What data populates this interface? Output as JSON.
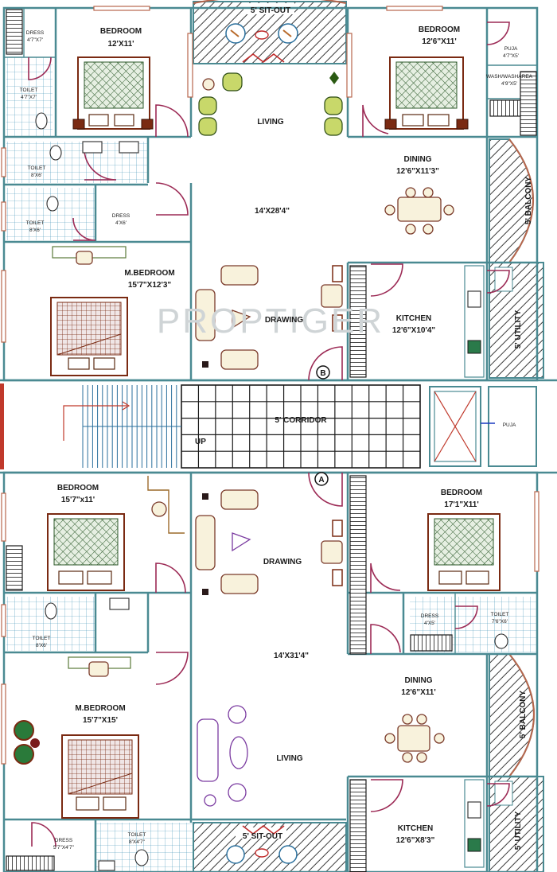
{
  "watermark": "PROPTIGER",
  "rooms": {
    "sitout_top": {
      "name": "5' SIT-OUT"
    },
    "sitout_bottom": {
      "name": "5' SIT-OUT"
    },
    "bedroom_tl": {
      "name": "BEDROOM",
      "size": "12'X11'"
    },
    "bedroom_tr": {
      "name": "BEDROOM",
      "size": "12'6\"X11'"
    },
    "dress_tl": {
      "name": "DRESS",
      "size": "4'7\"X7'"
    },
    "toilet_tl": {
      "name": "TOILET",
      "size": "4'7\"X7'"
    },
    "puja_tr": {
      "name": "PUJA",
      "size": "4'7\"X5'"
    },
    "washarea_tr": {
      "name": "WASH/WASHAREA",
      "size": "4'9\"X5'"
    },
    "living_top": {
      "name": "LIVING"
    },
    "upper_flat_size": {
      "size": "14'X28'4\""
    },
    "dining_top": {
      "name": "DINING",
      "size": "12'6\"X11'3\""
    },
    "toilet_mid1": {
      "name": "TOILET",
      "size": "8'X6'"
    },
    "toilet_mid2": {
      "name": "TOILET",
      "size": "8'X6'"
    },
    "dress_mid": {
      "name": "DRESS",
      "size": "4'X6'"
    },
    "mbedroom_top": {
      "name": "M.BEDROOM",
      "size": "15'7\"X12'3\""
    },
    "drawing_top": {
      "name": "DRAWING"
    },
    "kitchen_top": {
      "name": "KITCHEN",
      "size": "12'6\"X10'4\""
    },
    "balcony_top": {
      "name": "5' BALCONY"
    },
    "utility_top": {
      "name": "5' UTILITY"
    },
    "corridor": {
      "name": "5' CORRIDOR"
    },
    "stair_up": {
      "name": "UP"
    },
    "puja_mid": {
      "name": "PUJA"
    },
    "bedroom_bl": {
      "name": "BEDROOM",
      "size": "15'7\"x11'"
    },
    "drawing_bottom": {
      "name": "DRAWING"
    },
    "bedroom_br": {
      "name": "BEDROOM",
      "size": "17'1\"X11'"
    },
    "toilet_bl": {
      "name": "TOILET",
      "size": "8'X6'"
    },
    "dress_br": {
      "name": "DRESS",
      "size": "4'X5'"
    },
    "toilet_br": {
      "name": "TOILET",
      "size": "7'6\"X6'"
    },
    "lower_flat_size": {
      "size": "14'X31'4\""
    },
    "dining_bottom": {
      "name": "DINING",
      "size": "12'6\"X11'"
    },
    "mbedroom_bottom": {
      "name": "M.BEDROOM",
      "size": "15'7\"X15'"
    },
    "living_bottom": {
      "name": "LIVING"
    },
    "balcony_bottom": {
      "name": "5' BALCONY"
    },
    "dress_bl": {
      "name": "DRESS",
      "size": "5'7\"X4'7\""
    },
    "toilet_bottom": {
      "name": "TOILET",
      "size": "8'X4'7\""
    },
    "kitchen_bottom": {
      "name": "KITCHEN",
      "size": "12'6\"X8'3\""
    },
    "utility_bottom": {
      "name": "5' UTILITY"
    }
  },
  "markers": {
    "flat_b": "B",
    "flat_a": "A"
  },
  "colors": {
    "wall": "#4a8a92",
    "door": "#9c2a55",
    "hatch": "#3a3a3a",
    "tile": "#3a8fb6",
    "window": "#b8664c"
  }
}
